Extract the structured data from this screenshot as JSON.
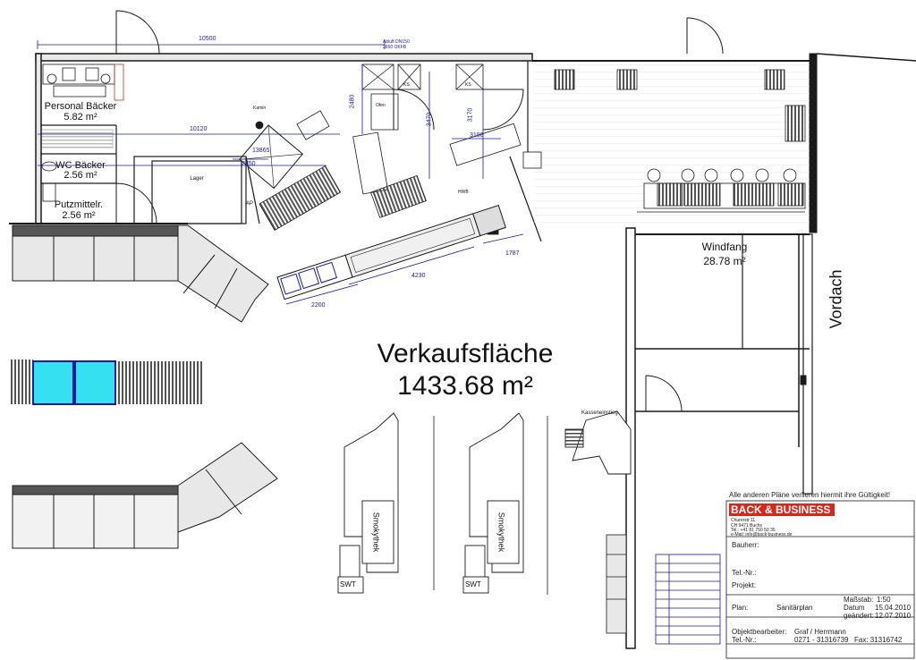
{
  "rooms": {
    "personal": {
      "name": "Personal Bäcker",
      "area": "5.82 m²"
    },
    "wc": {
      "name": "WC Bäcker",
      "area": "2.56 m²"
    },
    "putz": {
      "name": "Putzmittelr.",
      "area": "2.56 m²"
    },
    "windfang": {
      "name": "Windfang",
      "area": "28.78 m²"
    },
    "verkauf": {
      "name": "Verkaufsfläche",
      "area": "1433.68 m²"
    },
    "lager": "Lager",
    "vordach": "Vordach",
    "ap": "AP"
  },
  "dimensions": {
    "top": "10500",
    "mid": "10120",
    "d13865": "13865",
    "d2750": "2750",
    "d2480": "2480",
    "d3470": "3470",
    "d3170": "3170",
    "d3198": "3198",
    "d2200": "2200",
    "d4230": "4230",
    "d1787": "1787"
  },
  "annotations": {
    "abluft": "Abluft DN150",
    "abluft2": "2650 OKFB",
    "kamin": "Kamin",
    "ofen": "Ofen",
    "kasseneinstieg": "Kasseneinstieg",
    "smokythek1": "Smokythek",
    "smokythek2": "Smokythek",
    "swt1": "SWT",
    "swt2": "SWT",
    "ks1": "KS",
    "ks2": "KS",
    "hwb": "HWB"
  },
  "title_block": {
    "validity": "Alle anderen Pläne verlieren hiermit ihre Gültigkeit!",
    "company_a": "BACK",
    "company_amp": " & ",
    "company_b": "BUSINESS",
    "addr1": "Churerstr.11",
    "addr2": "CH 9471 Buchs",
    "tel": "Tel.: +41 81 750 50 35",
    "email": "e-Mail: info@back-business.de",
    "bauherr_label": "Bauherr:",
    "telnr_label": "Tel.-Nr.:",
    "projekt_label": "Projekt:",
    "massstab_label": "Maßstab:",
    "massstab_value": "1:50",
    "plan_label": "Plan:",
    "plan_value": "Sanitärplan",
    "datum_label": "Datum",
    "datum_value": "15.04.2010",
    "geaendert_label": "geändert:",
    "geaendert_value": "12.07.2010",
    "bearbeiter_label": "Objektbearbeiter:",
    "bearbeiter_value": "Graf / Herrmann",
    "telnr2_label": "Tel.-Nr.:",
    "telnr2_value": "0271 - 31316739",
    "fax": "Fax: 31316742"
  },
  "colors": {
    "wall": "#1a1a1a",
    "dimension": "#1a1aa0",
    "glass": "#35e0f0",
    "counter": "#d8d8d8",
    "hatch": "#888888",
    "brand_red": "#d9261c"
  }
}
